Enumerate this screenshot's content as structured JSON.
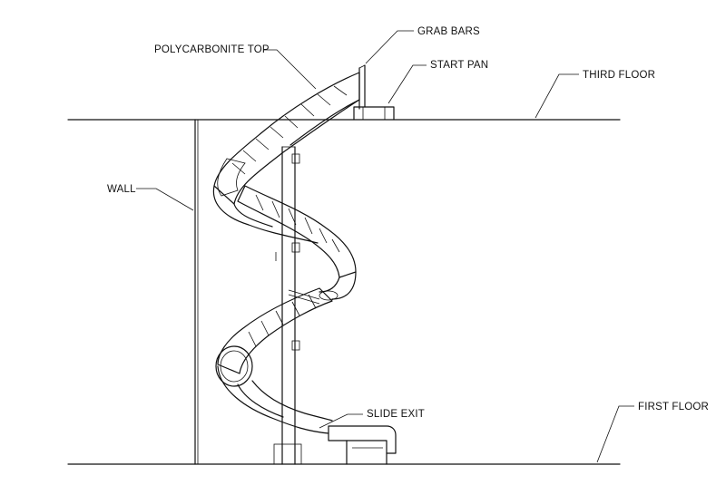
{
  "labels": {
    "grab_bars": "GRAB BARS",
    "polycarbonite_top": "POLYCARBONITE TOP",
    "start_pan": "START PAN",
    "third_floor": "THIRD FLOOR",
    "wall": "WALL",
    "slide_exit": "SLIDE EXIT",
    "first_floor": "FIRST FLOOR"
  },
  "colors": {
    "line": "#111111",
    "background": "#ffffff"
  }
}
